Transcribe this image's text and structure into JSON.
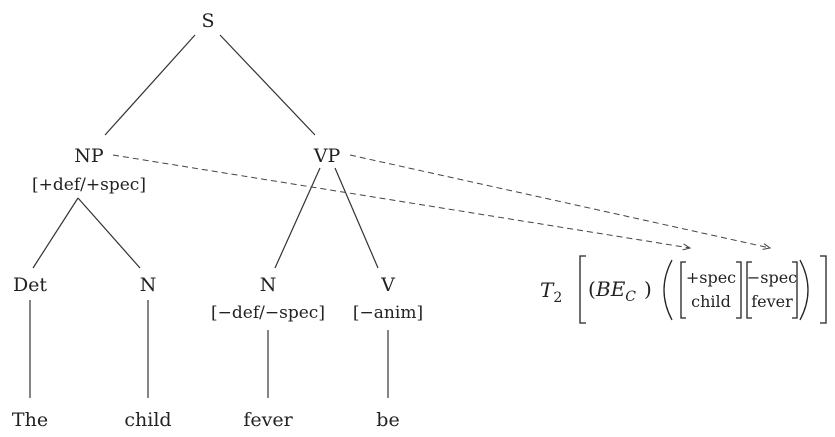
{
  "tree": {
    "nodes": {
      "s": {
        "label": "S"
      },
      "np": {
        "label": "NP",
        "features": "[+def/+spec]"
      },
      "vp": {
        "label": "VP"
      },
      "det": {
        "label": "Det"
      },
      "n1": {
        "label": "N"
      },
      "n2": {
        "label": "N",
        "features": "[−def/−spec]"
      },
      "v": {
        "label": "V",
        "features": "[−anim]"
      }
    },
    "leaves": {
      "the": "The",
      "child": "child",
      "fever": "fever",
      "be": "be"
    }
  },
  "formula": {
    "operator_letter": "T",
    "operator_subscript": "2",
    "relation_letters": "BE",
    "relation_subscript": "C",
    "open_paren": "(",
    "close_paren": ")",
    "vector1": {
      "top": "+spec",
      "bottom": "child"
    },
    "vector2": {
      "top": "−spec",
      "bottom": "fever"
    }
  }
}
